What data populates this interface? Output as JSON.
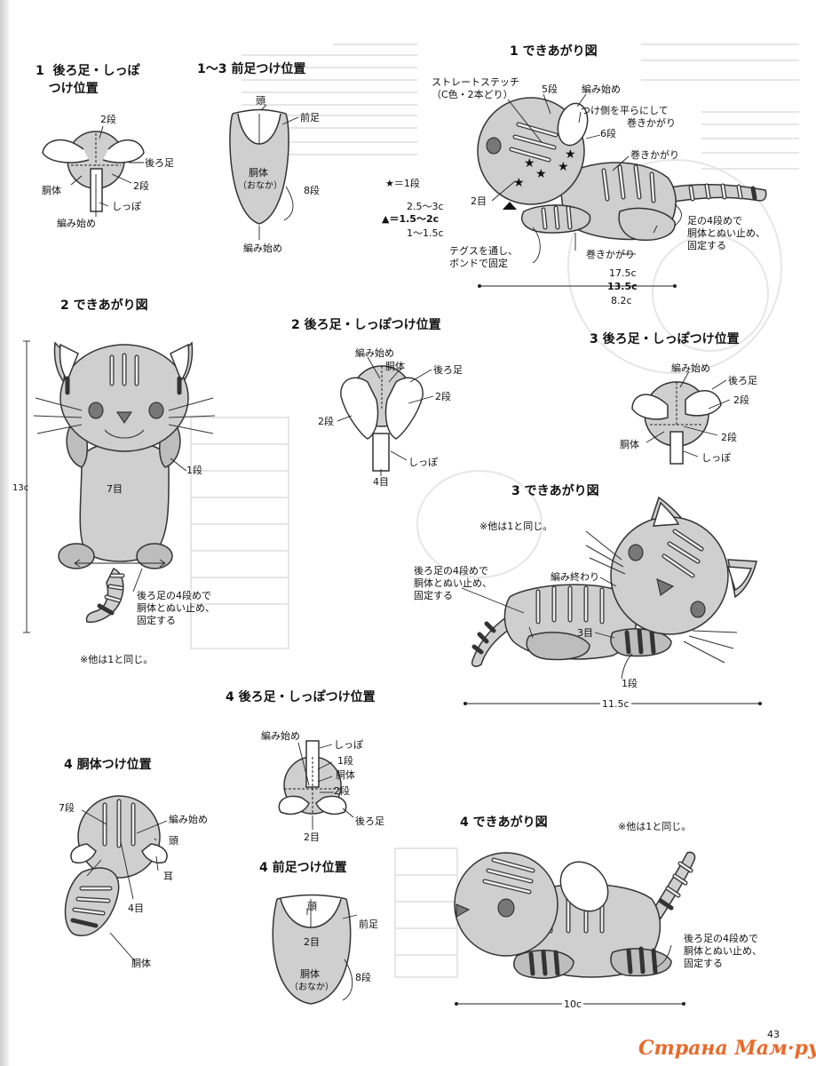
{
  "page_number": "43",
  "watermark": "Страна Мам·ру",
  "sec1_hind": {
    "title": "1  後ろ足・しっぽ\n   つけ位置",
    "labels": {
      "dan2_top": "2段",
      "hind_leg": "後ろ足",
      "body": "胴体",
      "dan2": "2段",
      "tail": "しっぽ",
      "start": "編み始め"
    }
  },
  "sec1_front": {
    "title": "1〜3  前足つけ位置",
    "labels": {
      "head": "頭",
      "front_leg": "前足",
      "body": "胴体",
      "belly": "（おなか）",
      "dan8": "8段",
      "start": "編み始め"
    }
  },
  "sec1_done": {
    "title": "1  できあがり図",
    "labels": {
      "straight1": "ストレートステッチ",
      "straight2": "（C色・2本どり）",
      "dan5": "5段",
      "start": "編み始め",
      "flat1": "つけ側を平らにして",
      "flat2": "巻きかがり",
      "dan6": "6段",
      "whip_a": "巻きかがり",
      "me2": "2目",
      "foot1": "足の4段めで",
      "foot2": "胴体とぬい止め、",
      "foot3": "固定する",
      "tegusu1": "テグスを通し、",
      "tegusu2": "ボンドで固定",
      "whip_b": "巻きかがり",
      "dim1": "17.5c",
      "dim2": "13.5c",
      "dim3": "8.2c"
    }
  },
  "legend": {
    "star": "★＝1段",
    "size1": "2.5〜3c",
    "tri": "▲＝1.5〜2c",
    "size3": "1〜1.5c"
  },
  "sec2_done": {
    "title": "2  できあがり図",
    "labels": {
      "dan1": "1段",
      "me7": "7目",
      "foot1": "後ろ足の4段めで",
      "foot2": "胴体とぬい止め、",
      "foot3": "固定する",
      "height": "13c",
      "note": "※他は1と同じ。"
    }
  },
  "sec2_hind": {
    "title": "2  後ろ足・しっぽつけ位置",
    "labels": {
      "start": "編み始め",
      "body": "胴体",
      "hind_leg": "後ろ足",
      "dan2_r": "2段",
      "dan2_l": "2段",
      "tail": "しっぽ",
      "me4": "4目"
    }
  },
  "sec3_hind": {
    "title": "3  後ろ足・しっぽつけ位置",
    "labels": {
      "start": "編み始め",
      "hind_leg": "後ろ足",
      "dan2_a": "2段",
      "body": "胴体",
      "dan2_b": "2段",
      "tail": "しっぽ"
    }
  },
  "sec3_done": {
    "title": "3  できあがり図",
    "labels": {
      "note": "※他は1と同じ。",
      "foot1": "後ろ足の4段めで",
      "foot2": "胴体とぬい止め、",
      "foot3": "固定する",
      "end": "編み終わり",
      "me3": "3目",
      "dan1": "1段",
      "width": "11.5c"
    }
  },
  "sec4_hind": {
    "title": "4  後ろ足・しっぽつけ位置",
    "labels": {
      "start": "編み始め",
      "tail": "しっぽ",
      "dan1": "1段",
      "body": "胴体",
      "dan2": "2段",
      "hind_leg": "後ろ足",
      "me2": "2目"
    }
  },
  "sec4_body": {
    "title": "4  胴体つけ位置",
    "labels": {
      "dan7": "7段",
      "start": "編み始め",
      "head": "頭",
      "ear": "耳",
      "me4": "4目",
      "body": "胴体"
    }
  },
  "sec4_front": {
    "title": "4  前足つけ位置",
    "labels": {
      "head": "頭",
      "front_leg": "前足",
      "me2": "2目",
      "body": "胴体",
      "belly": "（おなか）",
      "dan8": "8段"
    }
  },
  "sec4_done": {
    "title": "4  できあがり図",
    "labels": {
      "note": "※他は1と同じ。",
      "foot1": "後ろ足の4段めで",
      "foot2": "胴体とぬい止め、",
      "foot3": "固定する",
      "width": "10c"
    }
  }
}
